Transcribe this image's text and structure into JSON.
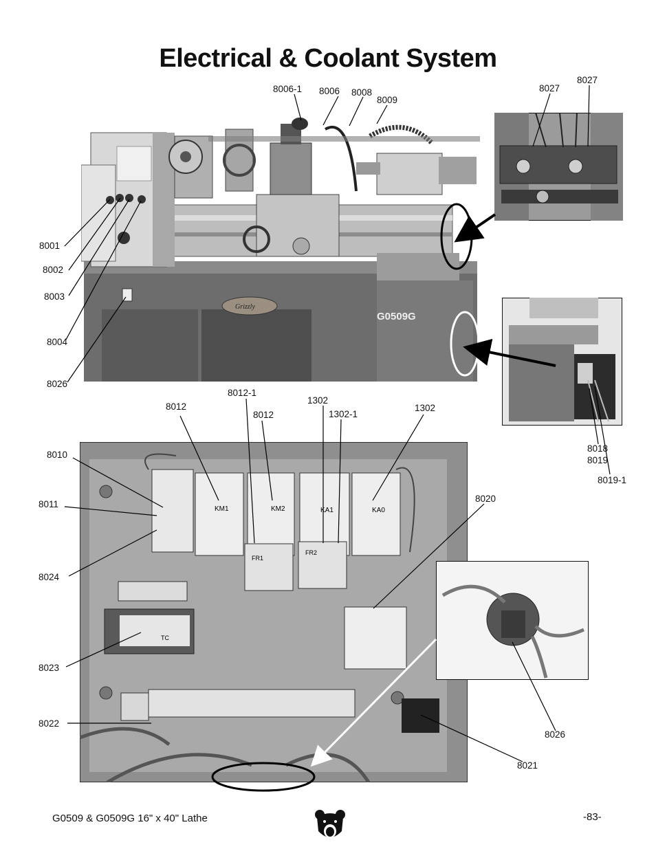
{
  "page": {
    "title": "Electrical & Coolant System",
    "footer_left": "G0509 & G0509G 16\" x 40\" Lathe",
    "footer_right": "-83-"
  },
  "photos": {
    "lathe": {
      "model_badge": "G0509G",
      "brand_badge": "Grizzly"
    },
    "panel": {
      "contactors": [
        "KM1",
        "KM2",
        "KA1",
        "KA0"
      ],
      "relays": [
        "FR1",
        "FR2"
      ],
      "transformer_text": "TC"
    }
  },
  "callouts": {
    "c8001": "8001",
    "c8002": "8002",
    "c8003": "8003",
    "c8004": "8004",
    "c8026a": "8026",
    "c8006_1": "8006-1",
    "c8006": "8006",
    "c8008": "8008",
    "c8009": "8009",
    "c8027a": "8027",
    "c8027b": "8027",
    "c8018": "8018",
    "c8019": "8019",
    "c8019_1": "8019-1",
    "c8012a": "8012",
    "c8012_1": "8012-1",
    "c8012b": "8012",
    "c1302a": "1302",
    "c1302_1": "1302-1",
    "c1302b": "1302",
    "c8010": "8010",
    "c8011": "8011",
    "c8024": "8024",
    "c8023": "8023",
    "c8022": "8022",
    "c8020": "8020",
    "c8026b": "8026",
    "c8021": "8021"
  }
}
